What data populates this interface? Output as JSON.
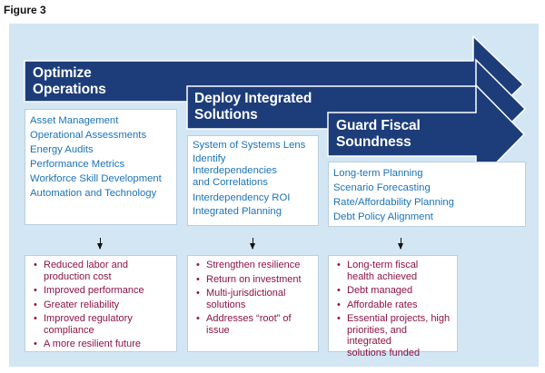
{
  "figure_label": "Figure 3",
  "colors": {
    "panel": "#d3e6f3",
    "arrow_fill": "#1d3d7a",
    "list_blue": "#1b73b7",
    "outcome_red": "#8b1346"
  },
  "columns": [
    {
      "title_line1": "Optimize",
      "title_line2": "Operations",
      "items": [
        "Asset Management",
        "Operational Assessments",
        "Energy Audits",
        "Performance Metrics",
        "Workforce Skill Development",
        "Automation and Technology"
      ],
      "outcomes": [
        [
          "Reduced labor and",
          "production cost"
        ],
        [
          "Improved performance"
        ],
        [
          "Greater reliability"
        ],
        [
          "Improved regulatory",
          "compliance"
        ],
        [
          "A more resilient future"
        ]
      ]
    },
    {
      "title_line1": "Deploy Integrated",
      "title_line2": "Solutions",
      "items": [
        "System of Systems Lens",
        "Identify",
        "Interdependencies",
        "and Correlations",
        "Interdependency ROI",
        "Integrated Planning"
      ],
      "outcomes": [
        [
          "Strengthen resilience"
        ],
        [
          "Return on investment"
        ],
        [
          "Multi-jurisdictional",
          "solutions"
        ],
        [
          "Addresses “root” of issue"
        ]
      ]
    },
    {
      "title_line1": "Guard Fiscal",
      "title_line2": "Soundness",
      "items": [
        "Long-term Planning",
        "Scenario Forecasting",
        "Rate/Affordability Planning",
        "Debt Policy Alignment"
      ],
      "outcomes": [
        [
          "Long-term fiscal",
          "health achieved"
        ],
        [
          "Debt managed"
        ],
        [
          "Affordable rates"
        ],
        [
          "Essential projects, high",
          "priorities, and integrated",
          "solutions funded"
        ]
      ]
    }
  ]
}
